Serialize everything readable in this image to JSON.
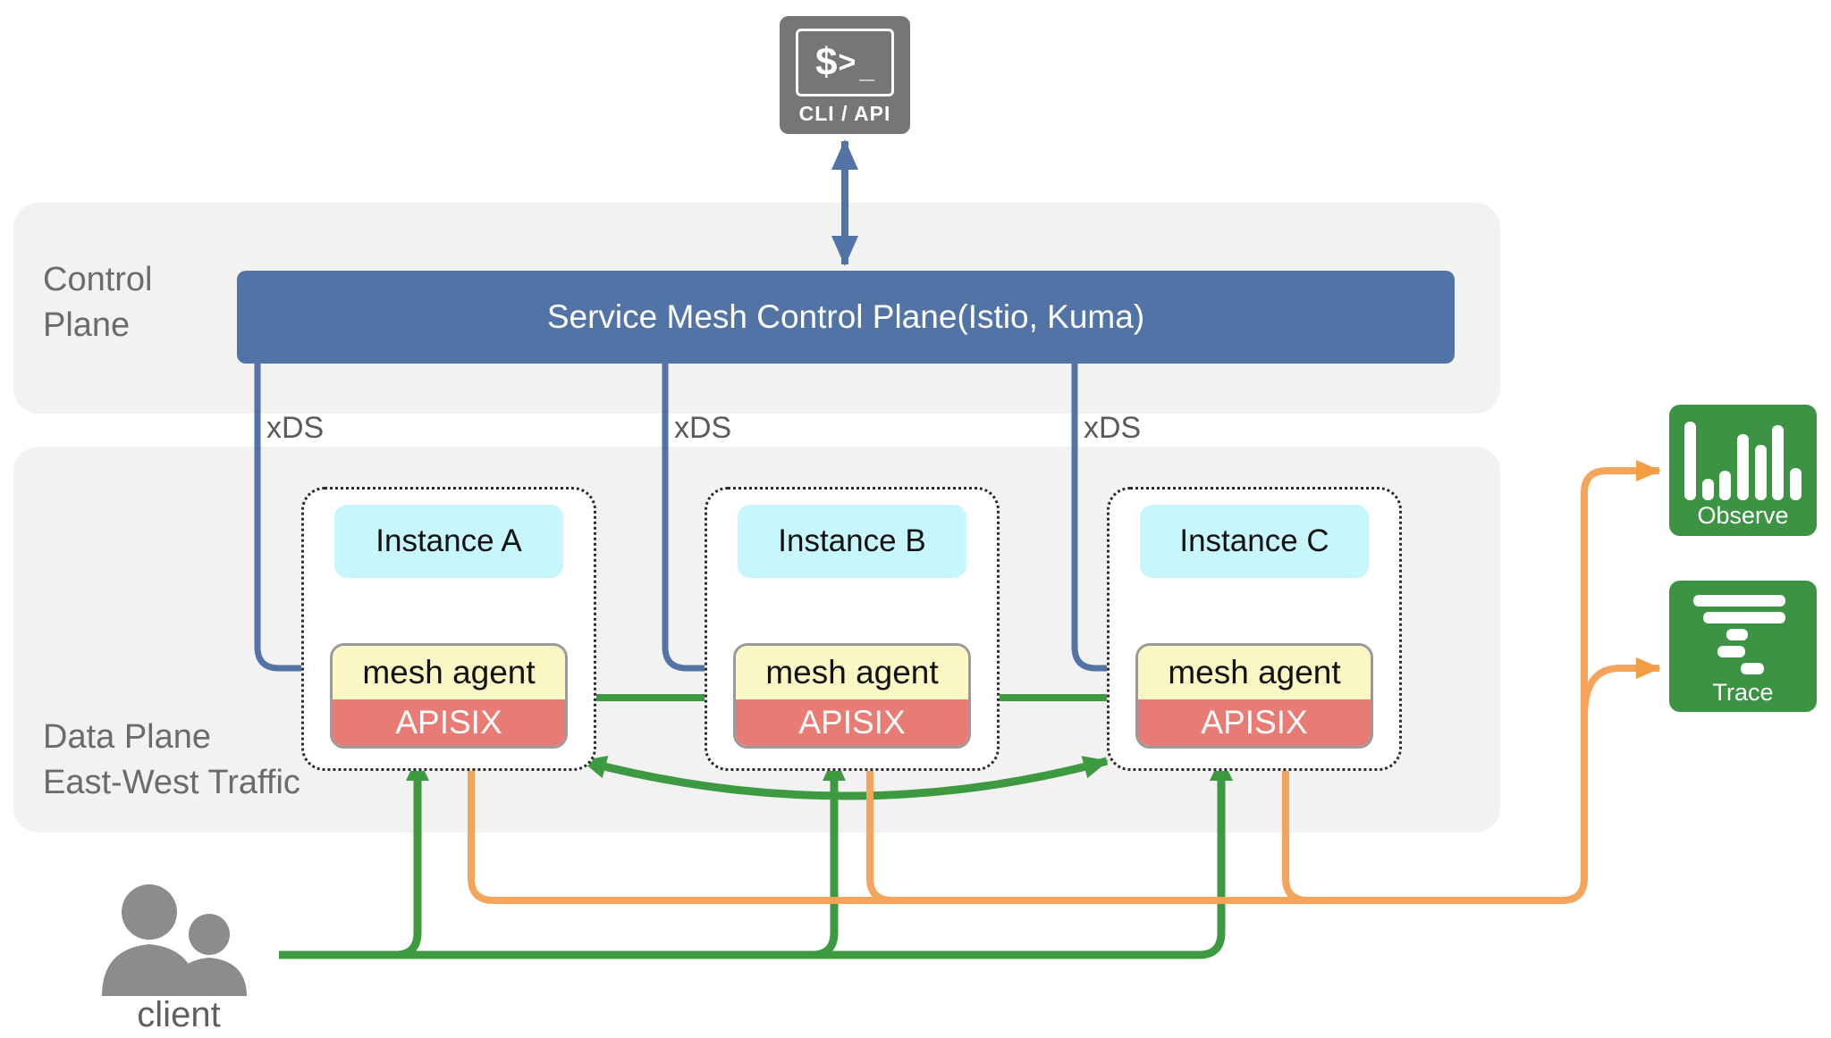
{
  "cli": {
    "terminal_dollar": "$",
    "terminal_gt": ">",
    "terminal_underscore": "_",
    "label": "CLI / API"
  },
  "control_plane": {
    "label_line1": "Control",
    "label_line2": "Plane",
    "bar_label": "Service Mesh Control Plane(Istio, Kuma)"
  },
  "xds": {
    "labels": [
      "xDS",
      "xDS",
      "xDS"
    ]
  },
  "data_plane": {
    "label_line1": "Data Plane",
    "label_line2": "East-West Traffic"
  },
  "columns": [
    {
      "instance_label": "Instance A",
      "agent_label": "mesh agent",
      "proxy_label": "APISIX"
    },
    {
      "instance_label": "Instance B",
      "agent_label": "mesh agent",
      "proxy_label": "APISIX"
    },
    {
      "instance_label": "Instance C",
      "agent_label": "mesh agent",
      "proxy_label": "APISIX"
    }
  ],
  "observability": {
    "observe_label": "Observe",
    "trace_label": "Trace"
  },
  "client": {
    "label": "client"
  },
  "colors": {
    "blue": "#5273a5",
    "green": "#3e9a41",
    "orange": "#f5a45c",
    "orange-arrow": "#f29d44",
    "cyan": "#c7f6fc",
    "yellow": "#fbf7c5",
    "salmon": "#e87b74",
    "panel": "#f2f2f3",
    "cli-gray": "#767676",
    "icon-green": "#3b9343",
    "client-gray": "#8c8c8c",
    "label-gray": "#6b6b6b",
    "dash": "#2b2b2b"
  }
}
